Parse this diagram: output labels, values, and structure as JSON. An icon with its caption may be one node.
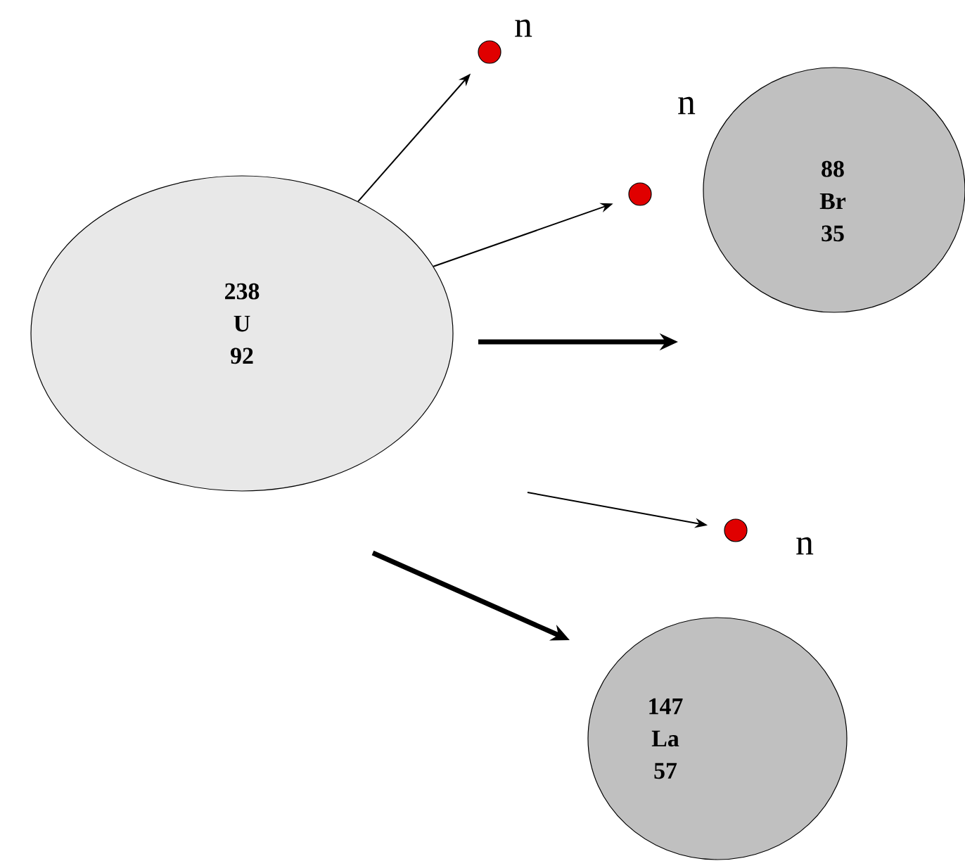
{
  "diagram": {
    "nodes": [
      {
        "text": [
          "238",
          "U",
          "92"
        ]
      },
      {
        "text": [
          "88",
          "Br",
          "35"
        ]
      },
      {
        "text": [
          "147",
          "La",
          "57"
        ]
      },
      {
        "text": [],
        "shape": "circle",
        "beside": [
          "n"
        ]
      },
      {
        "text": [],
        "shape": "circle"
      },
      {
        "text": [],
        "shape": "circle",
        "beside": [
          "n"
        ]
      }
    ],
    "edges": [
      {
        "from": 0,
        "to": 3,
        "arrow": "to"
      },
      {
        "from": 0,
        "to": 4,
        "arrow": "to"
      },
      {
        "from": null,
        "to": 5,
        "arrow": "to"
      }
    ],
    "labels": [
      "n"
    ]
  }
}
